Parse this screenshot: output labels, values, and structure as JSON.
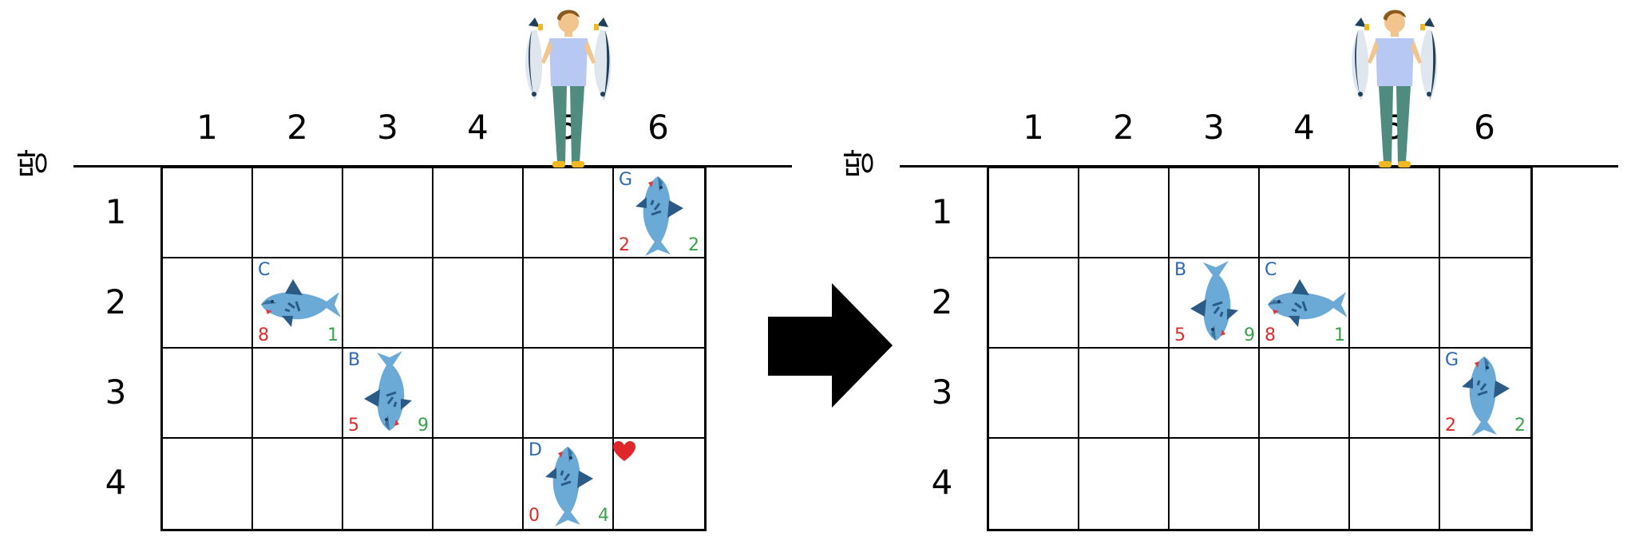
{
  "colors": {
    "fish_body": "#6baad6",
    "fish_fin": "#2a5a86",
    "fish_id": "#2e67b1",
    "size": "#e02b2b",
    "speed": "#3aa24a",
    "heart": "#e0262b",
    "arrow": "#000000"
  },
  "icons": {
    "fisher": "fisherman-icon",
    "shark": "shark-icon",
    "heart": "heart-icon",
    "arrow": "right-arrow-icon"
  },
  "panels": [
    {
      "ground_label": "땅",
      "columns": [
        "1",
        "2",
        "3",
        "4",
        "5",
        "6"
      ],
      "rows": [
        "1",
        "2",
        "3",
        "4"
      ],
      "fisher_column": 5,
      "sharks": [
        {
          "id": "G",
          "row": 1,
          "col": 6,
          "size": "2",
          "speed": "2",
          "facing": "up"
        },
        {
          "id": "C",
          "row": 2,
          "col": 2,
          "size": "8",
          "speed": "1",
          "facing": "left"
        },
        {
          "id": "B",
          "row": 3,
          "col": 3,
          "size": "5",
          "speed": "9",
          "facing": "down"
        },
        {
          "id": "D",
          "row": 4,
          "col": 5,
          "size": "0",
          "speed": "4",
          "facing": "up",
          "caught": true
        }
      ]
    },
    {
      "ground_label": "땅",
      "columns": [
        "1",
        "2",
        "3",
        "4",
        "5",
        "6"
      ],
      "rows": [
        "1",
        "2",
        "3",
        "4"
      ],
      "fisher_column": 5,
      "sharks": [
        {
          "id": "B",
          "row": 2,
          "col": 3,
          "size": "5",
          "speed": "9",
          "facing": "down"
        },
        {
          "id": "C",
          "row": 2,
          "col": 4,
          "size": "8",
          "speed": "1",
          "facing": "left"
        },
        {
          "id": "G",
          "row": 3,
          "col": 6,
          "size": "2",
          "speed": "2",
          "facing": "up"
        }
      ]
    }
  ]
}
